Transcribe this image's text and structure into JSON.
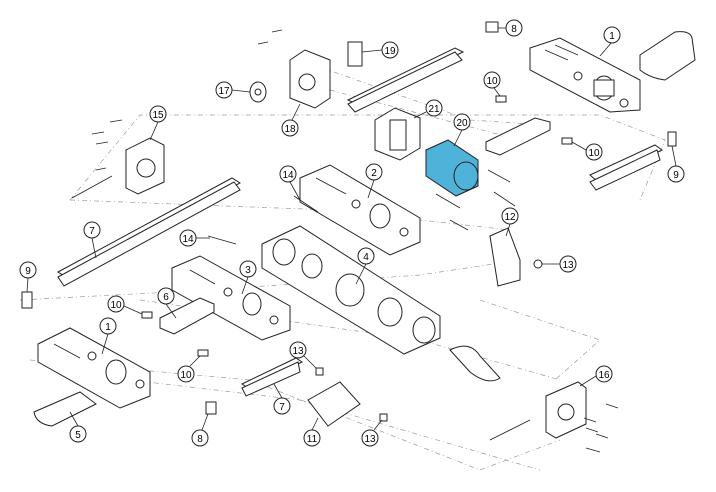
{
  "figure": {
    "highlight_color": "#4fb3d9",
    "callouts": [
      "1",
      "1",
      "2",
      "3",
      "4",
      "5",
      "6",
      "7",
      "7",
      "8",
      "8",
      "9",
      "9",
      "10",
      "10",
      "10",
      "10",
      "11",
      "12",
      "13",
      "13",
      "13",
      "14",
      "14",
      "15",
      "16",
      "17",
      "18",
      "19",
      "20",
      "21"
    ]
  }
}
